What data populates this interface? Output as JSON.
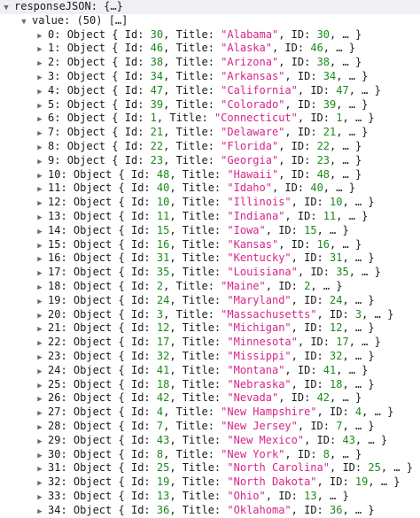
{
  "root": {
    "key": "responseJSON",
    "summary": "{…}"
  },
  "value_node": {
    "key": "value",
    "summary": "(50) […]"
  },
  "rows": [
    {
      "index": "0",
      "id": "30",
      "title": "\"Alabama\"",
      "id2": "30"
    },
    {
      "index": "1",
      "id": "46",
      "title": "\"Alaska\"",
      "id2": "46"
    },
    {
      "index": "2",
      "id": "38",
      "title": "\"Arizona\"",
      "id2": "38"
    },
    {
      "index": "3",
      "id": "34",
      "title": "\"Arkansas\"",
      "id2": "34"
    },
    {
      "index": "4",
      "id": "47",
      "title": "\"California\"",
      "id2": "47"
    },
    {
      "index": "5",
      "id": "39",
      "title": "\"Colorado\"",
      "id2": "39"
    },
    {
      "index": "6",
      "id": "1",
      "title": "\"Connecticut\"",
      "id2": "1"
    },
    {
      "index": "7",
      "id": "21",
      "title": "\"Delaware\"",
      "id2": "21"
    },
    {
      "index": "8",
      "id": "22",
      "title": "\"Florida\"",
      "id2": "22"
    },
    {
      "index": "9",
      "id": "23",
      "title": "\"Georgia\"",
      "id2": "23"
    },
    {
      "index": "10",
      "id": "48",
      "title": "\"Hawaii\"",
      "id2": "48"
    },
    {
      "index": "11",
      "id": "40",
      "title": "\"Idaho\"",
      "id2": "40"
    },
    {
      "index": "12",
      "id": "10",
      "title": "\"Illinois\"",
      "id2": "10"
    },
    {
      "index": "13",
      "id": "11",
      "title": "\"Indiana\"",
      "id2": "11"
    },
    {
      "index": "14",
      "id": "15",
      "title": "\"Iowa\"",
      "id2": "15"
    },
    {
      "index": "15",
      "id": "16",
      "title": "\"Kansas\"",
      "id2": "16"
    },
    {
      "index": "16",
      "id": "31",
      "title": "\"Kentucky\"",
      "id2": "31"
    },
    {
      "index": "17",
      "id": "35",
      "title": "\"Louisiana\"",
      "id2": "35"
    },
    {
      "index": "18",
      "id": "2",
      "title": "\"Maine\"",
      "id2": "2"
    },
    {
      "index": "19",
      "id": "24",
      "title": "\"Maryland\"",
      "id2": "24"
    },
    {
      "index": "20",
      "id": "3",
      "title": "\"Massachusetts\"",
      "id2": "3"
    },
    {
      "index": "21",
      "id": "12",
      "title": "\"Michigan\"",
      "id2": "12"
    },
    {
      "index": "22",
      "id": "17",
      "title": "\"Minnesota\"",
      "id2": "17"
    },
    {
      "index": "23",
      "id": "32",
      "title": "\"Missippi\"",
      "id2": "32"
    },
    {
      "index": "24",
      "id": "41",
      "title": "\"Montana\"",
      "id2": "41"
    },
    {
      "index": "25",
      "id": "18",
      "title": "\"Nebraska\"",
      "id2": "18"
    },
    {
      "index": "26",
      "id": "42",
      "title": "\"Nevada\"",
      "id2": "42"
    },
    {
      "index": "27",
      "id": "4",
      "title": "\"New Hampshire\"",
      "id2": "4"
    },
    {
      "index": "28",
      "id": "7",
      "title": "\"New Jersey\"",
      "id2": "7"
    },
    {
      "index": "29",
      "id": "43",
      "title": "\"New Mexico\"",
      "id2": "43"
    },
    {
      "index": "30",
      "id": "8",
      "title": "\"New York\"",
      "id2": "8"
    },
    {
      "index": "31",
      "id": "25",
      "title": "\"North Carolina\"",
      "id2": "25"
    },
    {
      "index": "32",
      "id": "19",
      "title": "\"North Dakota\"",
      "id2": "19"
    },
    {
      "index": "33",
      "id": "13",
      "title": "\"Ohio\"",
      "id2": "13"
    },
    {
      "index": "34",
      "id": "36",
      "title": "\"Oklahoma\"",
      "id2": "36"
    }
  ],
  "labels": {
    "object": "Object",
    "open": "{",
    "close": "}",
    "id_key": "Id:",
    "title_key": "Title:",
    "id2_key": "ID:",
    "ellipsis": "…"
  },
  "icons": {
    "expanded": "triangle-down-icon",
    "collapsed": "triangle-right-icon"
  },
  "colors": {
    "number": "#1a8a1a",
    "string": "#d6248a",
    "text": "#1a1a1a",
    "arrow": "#6a6a6a"
  }
}
